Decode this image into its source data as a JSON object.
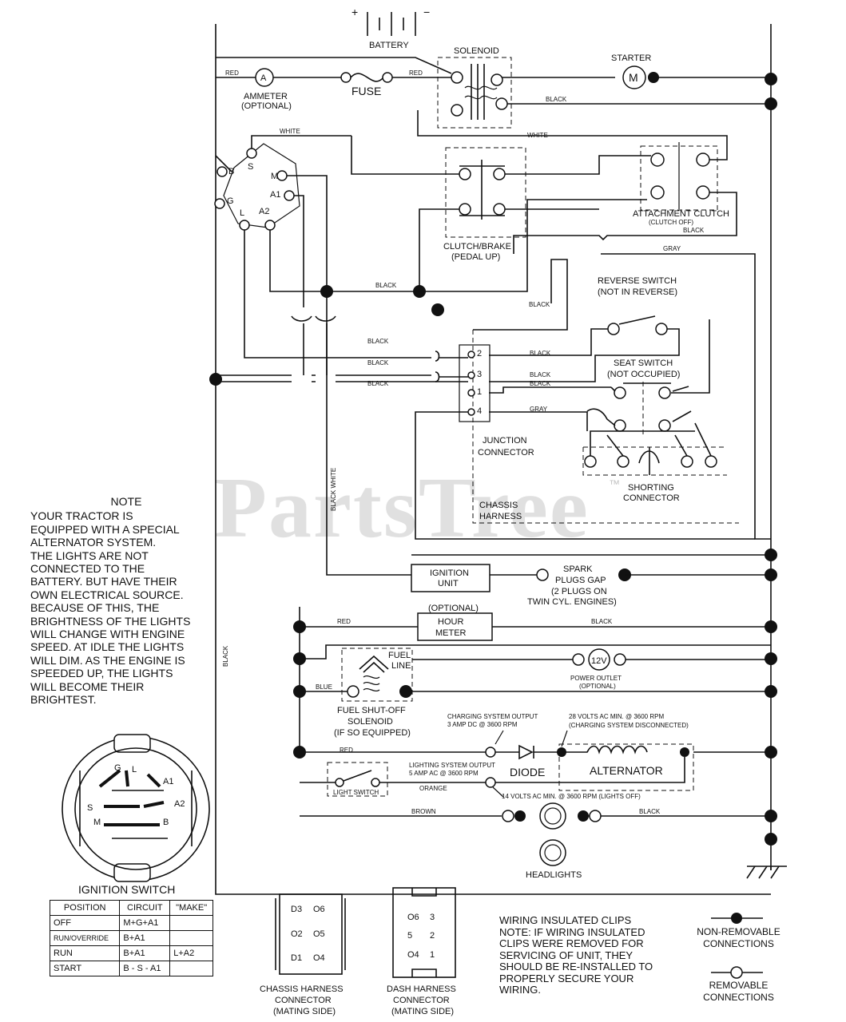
{
  "components": {
    "battery": "BATTERY",
    "battery_plus": "+",
    "battery_minus": "−",
    "solenoid": "SOLENOID",
    "starter": "STARTER",
    "starter_symbol": "M",
    "ammeter_symbol": "A",
    "ammeter": "AMMETER",
    "ammeter_optional": "(OPTIONAL)",
    "fuse": "FUSE",
    "clutch_brake": "CLUTCH/BRAKE",
    "clutch_brake_sub": "(PEDAL UP)",
    "attachment_clutch": "ATTACHMENT CLUTCH",
    "attachment_clutch_sub": "(CLUTCH OFF)",
    "reverse_switch": "REVERSE SWITCH",
    "reverse_switch_sub": "(NOT IN REVERSE)",
    "seat_switch": "SEAT SWITCH",
    "seat_switch_sub": "(NOT OCCUPIED)",
    "junction_connector_1": "JUNCTION",
    "junction_connector_2": "CONNECTOR",
    "shorting_connector_1": "SHORTING",
    "shorting_connector_2": "CONNECTOR",
    "chassis_harness_1": "CHASSIS",
    "chassis_harness_2": "HARNESS",
    "ignition_unit_1": "IGNITION",
    "ignition_unit_2": "UNIT",
    "spark_plugs_1": "SPARK",
    "spark_plugs_2": "PLUGS GAP",
    "spark_plugs_3": "(2 PLUGS ON",
    "spark_plugs_4": "TWIN CYL. ENGINES)",
    "hour_meter_optional": "(OPTIONAL)",
    "hour_meter_1": "HOUR",
    "hour_meter_2": "METER",
    "fuel_line_1": "FUEL",
    "fuel_line_2": "LINE",
    "power_outlet_symbol": "12V",
    "power_outlet": "POWER OUTLET",
    "power_outlet_sub": "(OPTIONAL)",
    "fuel_solenoid_1": "FUEL SHUT-OFF",
    "fuel_solenoid_2": "SOLENOID",
    "fuel_solenoid_3": "(IF SO EQUIPPED)",
    "charging_output_1": "CHARGING SYSTEM OUTPUT",
    "charging_output_2": "3 AMP DC @ 3600 RPM",
    "volts28_1": "28 VOLTS AC MIN. @ 3600 RPM",
    "volts28_2": "(CHARGING SYSTEM DISCONNECTED)",
    "diode": "DIODE",
    "alternator": "ALTERNATOR",
    "lighting_output_1": "LIGHTING SYSTEM OUTPUT",
    "lighting_output_2": "5 AMP AC @ 3600 RPM",
    "volts14": "14 VOLTS AC MIN. @ 3600 RPM (LIGHTS OFF)",
    "light_switch": "LIGHT SWITCH",
    "headlights": "HEADLIGHTS",
    "chassis_connector_1": "CHASSIS HARNESS",
    "chassis_connector_2": "CONNECTOR",
    "chassis_connector_3": "(MATING SIDE)",
    "dash_connector_1": "DASH HARNESS",
    "dash_connector_2": "CONNECTOR",
    "dash_connector_3": "(MATING SIDE)"
  },
  "switch_terminals": {
    "s": "S",
    "m": "M",
    "a1": "A1",
    "a2": "A2",
    "b": "B",
    "l": "L",
    "g": "G"
  },
  "junction_pins": {
    "p2": "2",
    "p3": "3",
    "p1": "1",
    "p4": "4"
  },
  "connector_pins": {
    "chassis": [
      "D3",
      "O6",
      "O2",
      "O5",
      "D1",
      "O4"
    ],
    "dash": [
      "O6",
      "3",
      "5",
      "2",
      "O4",
      "1"
    ]
  },
  "wires": {
    "red1": "RED",
    "red2": "RED",
    "red3": "RED",
    "black_solenoid": "BLACK",
    "white1": "WHITE",
    "white2": "WHITE",
    "black_main": "BLACK",
    "black_clutch": "BLACK",
    "gray_top": "GRAY",
    "black_rev": "BLACK",
    "black_j1": "BLACK",
    "black_j2": "BLACK",
    "black_j3": "BLACK",
    "black_j4": "BLACK",
    "black_j5": "BLACK",
    "black_j6": "BLACK",
    "gray_j": "GRAY",
    "black_white": "BLACK WHITE",
    "black_left": "BLACK",
    "hour_left": "RED",
    "hour_right": "BLACK",
    "blue": "BLUE",
    "orange": "ORANGE",
    "brown": "BROWN",
    "black_bottom": "BLACK"
  },
  "watermark": "PartsTree",
  "trademark": "™",
  "note": {
    "title": "NOTE",
    "body": "YOUR TRACTOR IS\nEQUIPPED WITH A SPECIAL\nALTERNATOR SYSTEM.\nTHE LIGHTS ARE NOT\nCONNECTED TO THE\nBATTERY. BUT HAVE THEIR\nOWN ELECTRICAL SOURCE.\nBECAUSE OF THIS, THE\nBRIGHTNESS OF THE LIGHTS\nWILL CHANGE WITH ENGINE\nSPEED.  AT IDLE THE LIGHTS\nWILL DIM.  AS THE ENGINE IS\nSPEEDED UP, THE LIGHTS\nWILL BECOME THEIR\nBRIGHTEST."
  },
  "ignition_switch": {
    "title": "IGNITION SWITCH",
    "face_labels": {
      "g": "G",
      "l": "L",
      "a1": "A1",
      "s": "S",
      "a2": "A2",
      "m": "M",
      "b": "B"
    },
    "headers": [
      "POSITION",
      "CIRCUIT",
      "\"MAKE\""
    ],
    "rows": [
      [
        "OFF",
        "M+G+A1",
        ""
      ],
      [
        "RUN/OVERRIDE",
        "B+A1",
        ""
      ],
      [
        "RUN",
        "B+A1",
        "L+A2"
      ],
      [
        "START",
        "B - S - A1",
        ""
      ]
    ]
  },
  "clips_note": {
    "line1": "WIRING INSULATED CLIPS",
    "line2": "NOTE: IF WIRING INSULATED",
    "line3": "CLIPS WERE REMOVED FOR",
    "line4": "SERVICING OF UNIT, THEY",
    "line5": "SHOULD BE RE-INSTALLED TO",
    "line6": "PROPERLY SECURE YOUR",
    "line7": "WIRING."
  },
  "legend": {
    "non_removable_1": "NON-REMOVABLE",
    "non_removable_2": "CONNECTIONS",
    "removable_1": "REMOVABLE",
    "removable_2": "CONNECTIONS"
  }
}
